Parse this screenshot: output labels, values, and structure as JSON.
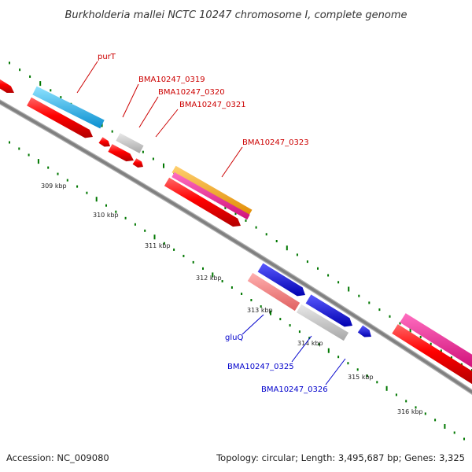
{
  "title": "Burkholderia mallei NCTC 10247 chromosome I, complete genome",
  "footer": {
    "accession": "Accession: NC_009080",
    "summary": "Topology: circular; Length: 3,495,687 bp; Genes: 3,325"
  },
  "scale_labels": [
    "309 kbp",
    "310 kbp",
    "311 kbp",
    "312 kbp",
    "313 kbp",
    "314 kbp",
    "315 kbp",
    "316 kbp"
  ],
  "gene_labels": {
    "purT": "purT",
    "bma0319": "BMA10247_0319",
    "bma0320": "BMA10247_0320",
    "bma0321": "BMA10247_0321",
    "bma0323": "BMA10247_0323",
    "gluQ": "gluQ",
    "bma0325": "BMA10247_0325",
    "bma0326": "BMA10247_0326"
  },
  "colors": {
    "backbone": "#808080",
    "cds": "#ff0000",
    "cds_light": "#f08080",
    "gene_light_blue": "#29b6f6",
    "gene_gray": "#c8c8c8",
    "gene_blue": "#0000ff",
    "gene_pink": "#ff1493",
    "gene_orange": "#ffa500",
    "tick_green": "#007700",
    "label_forward": "#cc0000",
    "label_reverse": "#0000cc"
  }
}
